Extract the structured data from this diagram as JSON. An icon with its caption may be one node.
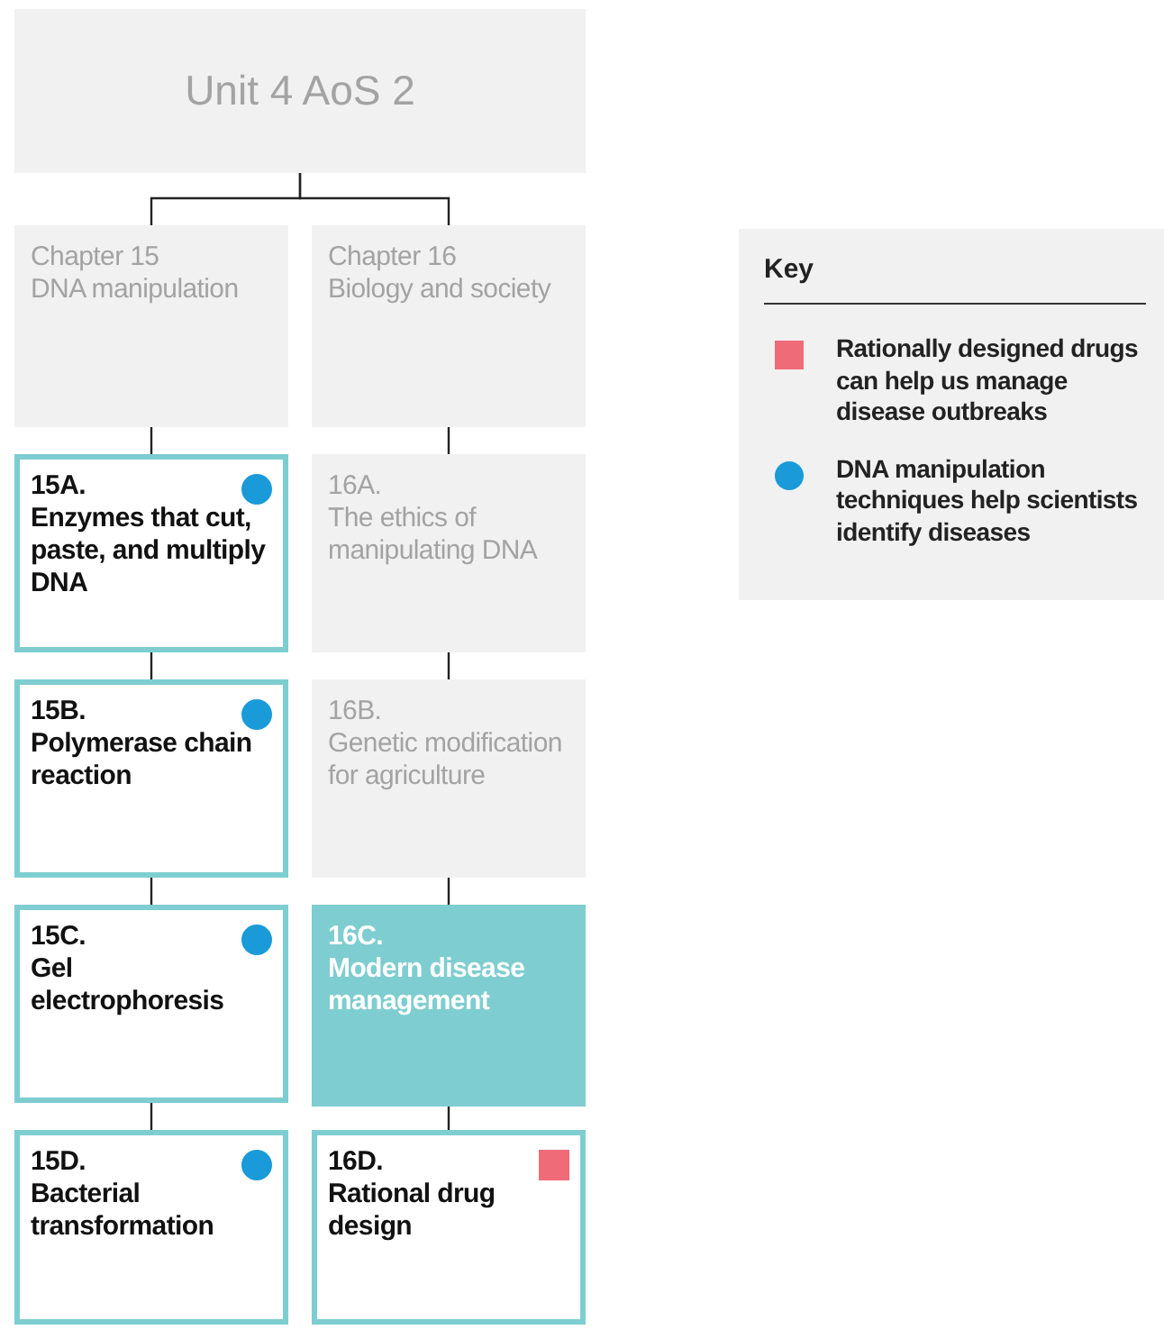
{
  "diagram": {
    "nodes": [
      {
        "text": [
          "Unit 4 AoS 2"
        ]
      },
      {
        "text": [
          "Chapter 15",
          "DNA manipulation"
        ]
      },
      {
        "text": [
          "Chapter 16",
          "Biology and society"
        ]
      },
      {
        "text": [
          "15A.",
          "Enzymes that cut, paste, and multiply DNA"
        ]
      },
      {
        "text": [
          "16A.",
          "The ethics of manipulating DNA"
        ]
      },
      {
        "text": [
          "15B.",
          "Polymerase chain reaction"
        ]
      },
      {
        "text": [
          "16B.",
          "Genetic modification for agriculture"
        ]
      },
      {
        "text": [
          "15C.",
          "Gel electrophoresis"
        ]
      },
      {
        "text": [
          "16C.",
          "Modern disease management"
        ]
      },
      {
        "text": [
          "15D.",
          "Bacterial transformation"
        ]
      },
      {
        "text": [
          "16D.",
          "Rational drug design"
        ]
      }
    ],
    "edges": [
      {
        "from": 0,
        "to": 1,
        "arrow": "none"
      },
      {
        "from": 0,
        "to": 2,
        "arrow": "none"
      },
      {
        "from": 1,
        "to": 3,
        "arrow": "none"
      },
      {
        "from": 3,
        "to": 5,
        "arrow": "none"
      },
      {
        "from": 5,
        "to": 7,
        "arrow": "none"
      },
      {
        "from": 7,
        "to": 9,
        "arrow": "none"
      },
      {
        "from": 2,
        "to": 4,
        "arrow": "none"
      },
      {
        "from": 4,
        "to": 6,
        "arrow": "none"
      },
      {
        "from": 6,
        "to": 8,
        "arrow": "none"
      },
      {
        "from": 8,
        "to": 10,
        "arrow": "none"
      }
    ],
    "labels": [
      "Key"
    ],
    "legend": [
      {
        "text": "Rationally designed drugs can help us manage disease outbreaks",
        "color": "#ef6b78"
      },
      {
        "text": "DNA manipulation techniques help scientists identify diseases",
        "color": "#1a9ad8"
      }
    ]
  }
}
